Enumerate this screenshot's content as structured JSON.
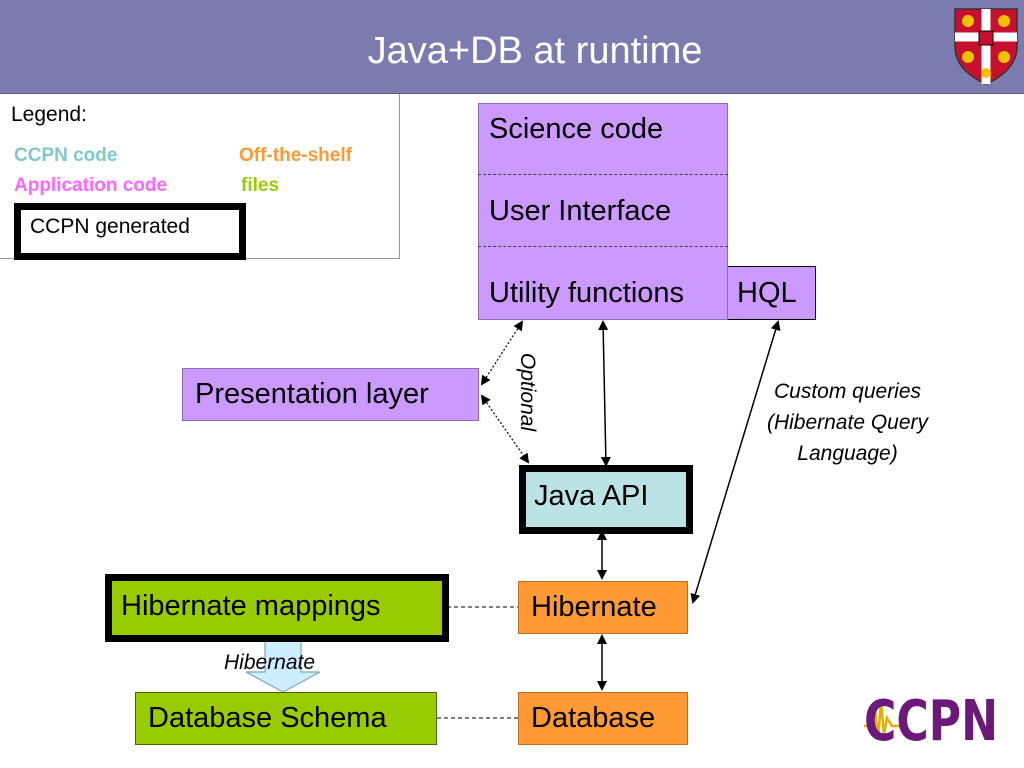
{
  "title": "Java+DB at runtime",
  "legend": {
    "heading": "Legend:",
    "ccpn_code": "CCPN code",
    "off_the_shelf": "Off-the-shelf",
    "application_code": "Application code",
    "files": "files",
    "ccpn_generated": "CCPN generated"
  },
  "boxes": {
    "science_code": "Science code",
    "user_interface": "User Interface",
    "utility_functions": "Utility functions",
    "hql": "HQL",
    "presentation_layer": "Presentation layer",
    "java_api": "Java API",
    "hibernate_mappings": "Hibernate mappings",
    "hibernate": "Hibernate",
    "database_schema": "Database Schema",
    "database": "Database"
  },
  "labels": {
    "optional": "Optional",
    "custom_queries_1": "Custom queries",
    "custom_queries_2": "(Hibernate Query",
    "custom_queries_3": "Language)",
    "hibernate_arrow": "Hibernate"
  },
  "logo": {
    "text": "CCPN"
  },
  "colors": {
    "title_bar": "#7b7bb0",
    "ccpn_code": "#7fc8cc",
    "off_the_shelf": "#ff9933",
    "application_code": "#ff66ff",
    "files": "#99cc00",
    "purple_box": "#cc99ff",
    "orange_box": "#ff9933",
    "green_box": "#99cc00",
    "cyan_box": "#bbe3e6"
  }
}
